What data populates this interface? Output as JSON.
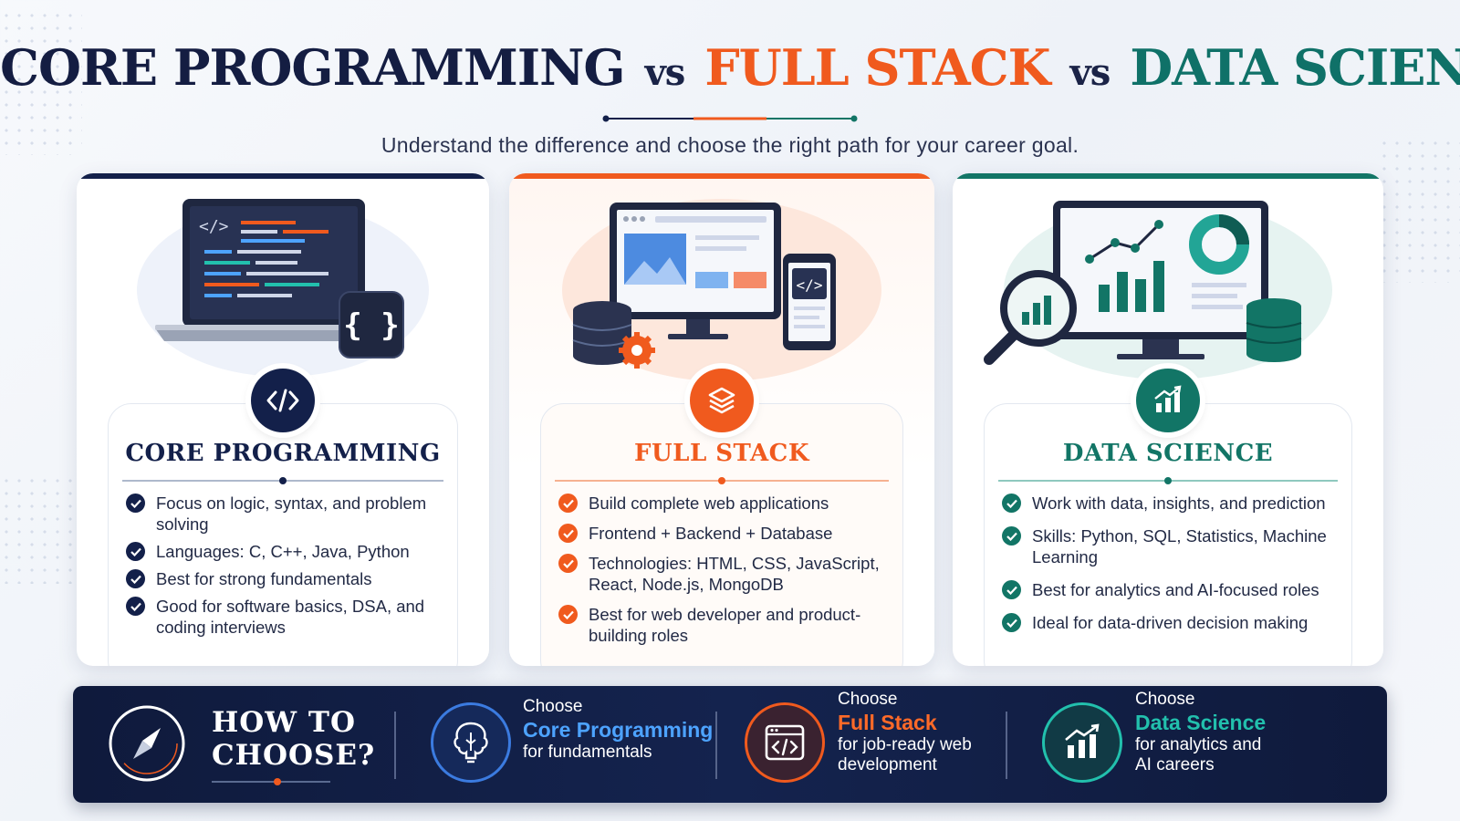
{
  "header": {
    "title_1": "CORE PROGRAMMING",
    "vs_1": "vs",
    "title_2": "FULL STACK",
    "vs_2": "vs",
    "title_3": "DATA SCIENCE",
    "subtitle": "Understand the difference and choose the right path for your career goal."
  },
  "colors": {
    "navy": "#13204a",
    "orange": "#f05a1e",
    "teal": "#127566"
  },
  "cards": [
    {
      "title": "CORE PROGRAMMING",
      "badge_icon": "code-icon",
      "points": [
        "Focus on logic, syntax, and problem solving",
        "Languages: C, C++, Java, Python",
        "Best for strong fundamentals",
        "Good for software basics, DSA, and coding interviews"
      ]
    },
    {
      "title": "FULL STACK",
      "badge_icon": "layers-icon",
      "points": [
        "Build complete web applications",
        "Frontend + Backend + Database",
        "Technologies: HTML, CSS, JavaScript, React, Node.js, MongoDB",
        "Best for web developer and product-building roles"
      ]
    },
    {
      "title": "DATA SCIENCE",
      "badge_icon": "growth-chart-icon",
      "points": [
        "Work with data, insights, and prediction",
        "Skills: Python, SQL, Statistics, Machine Learning",
        "Best for analytics and AI-focused roles",
        "Ideal for data-driven decision making"
      ]
    }
  ],
  "footer": {
    "how_line_1": "HOW TO",
    "how_line_2": "CHOOSE?",
    "choices": [
      {
        "prefix": "Choose",
        "highlight": "Core Programming",
        "suffix": "for fundamentals",
        "icon": "brain-bulb-icon"
      },
      {
        "prefix": "Choose",
        "highlight": "Full Stack",
        "suffix": "for job-ready web development",
        "icon": "code-window-icon"
      },
      {
        "prefix": "Choose",
        "highlight": "Data Science",
        "suffix": "for analytics and AI careers",
        "icon": "bar-chart-icon"
      }
    ]
  }
}
